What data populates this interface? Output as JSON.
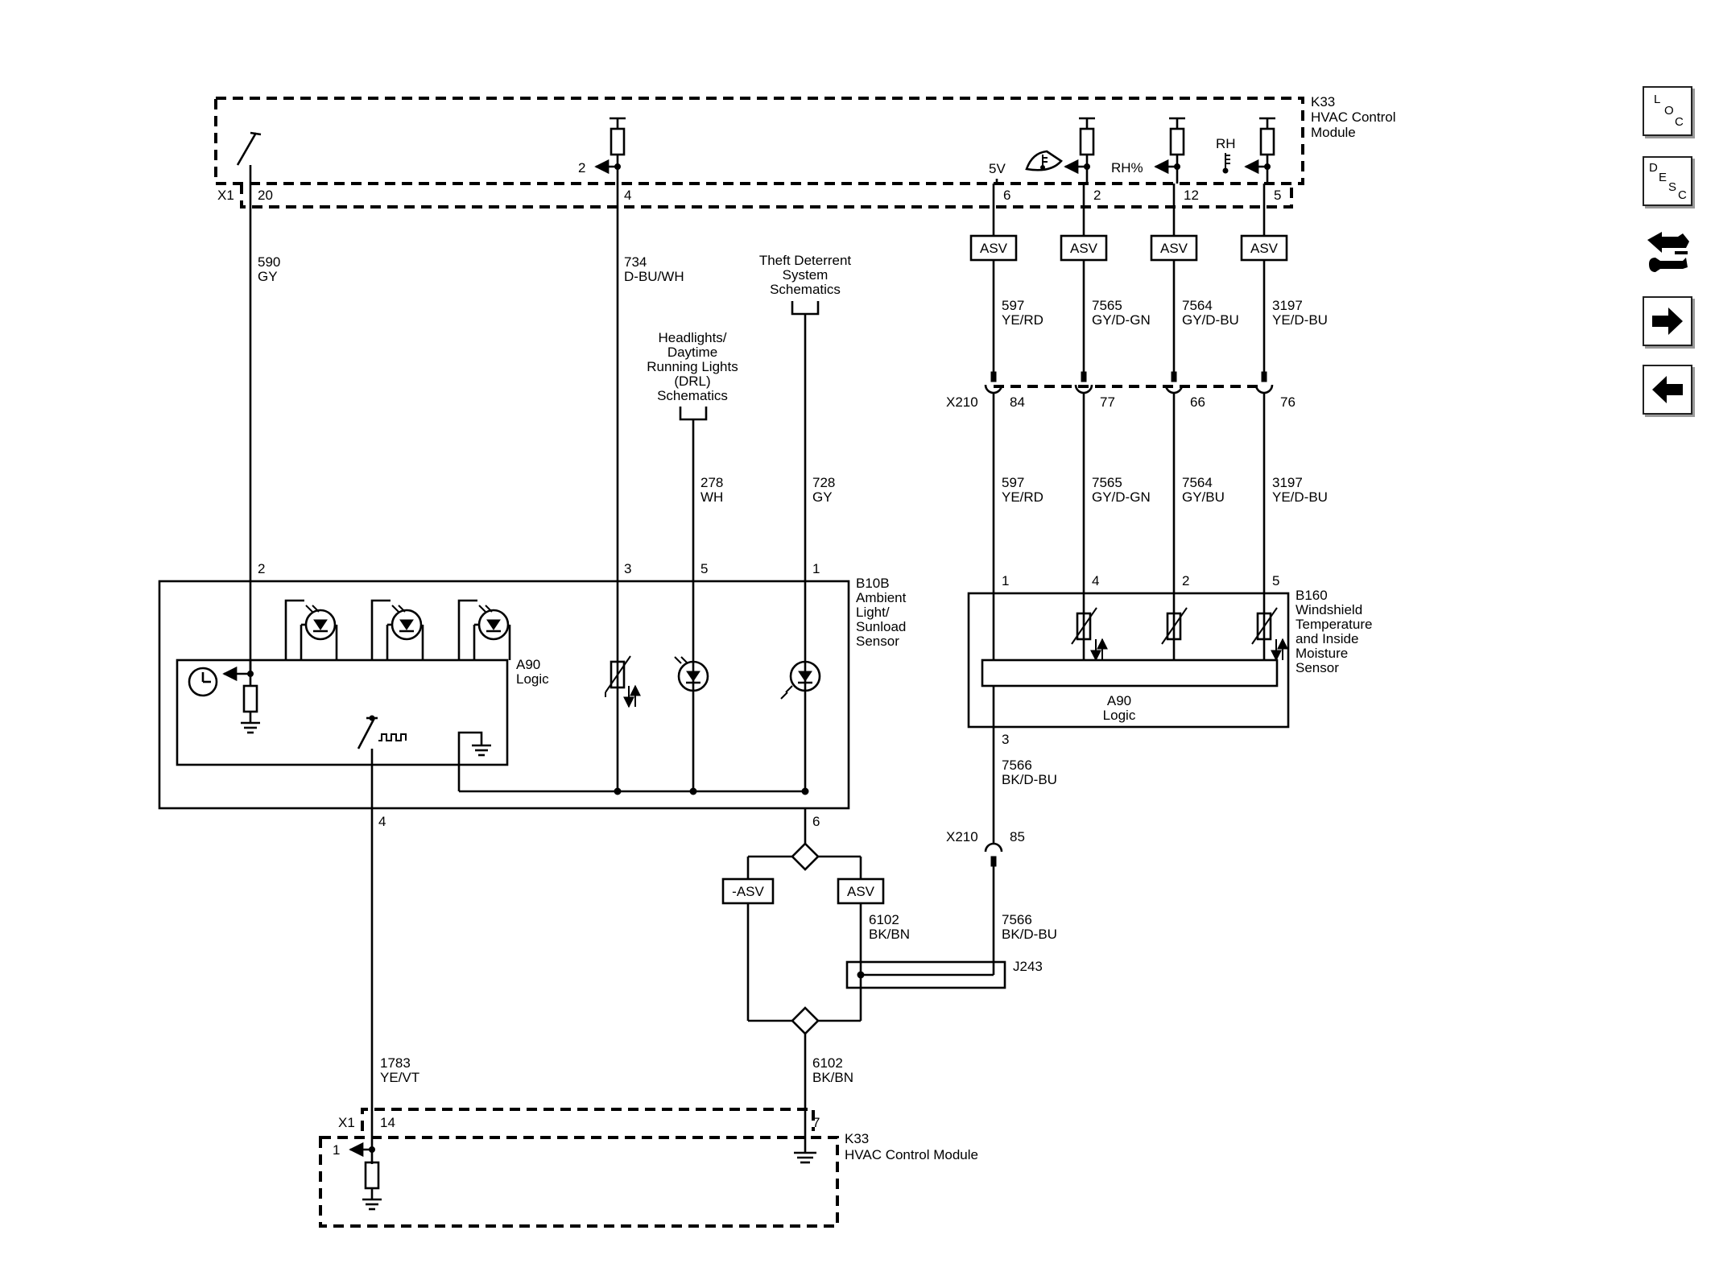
{
  "modules": {
    "k33_top": {
      "id": "K33",
      "name_l1": "HVAC Control",
      "name_l2": "Module"
    },
    "k33_bottom": {
      "id": "K33",
      "name": "HVAC Control Module"
    },
    "b10b": {
      "id": "B10B",
      "name_l1": "Ambient",
      "name_l2": "Light/",
      "name_l3": "Sunload",
      "name_l4": "Sensor"
    },
    "b160": {
      "id": "B160",
      "name_l1": "Windshield",
      "name_l2": "Temperature",
      "name_l3": "and Inside",
      "name_l4": "Moisture",
      "name_l5": "Sensor"
    },
    "a90_left": {
      "id": "A90",
      "name": "Logic"
    },
    "a90_right": {
      "id": "A90",
      "name": "Logic"
    }
  },
  "connectors": {
    "x1": "X1",
    "x210": "X210",
    "j243": "J243"
  },
  "top_pins": [
    "20",
    "4",
    "6",
    "2",
    "12",
    "5"
  ],
  "top_labels": {
    "p4_out": "2",
    "p6_5v": "5V",
    "p12_rh": "RH%",
    "p5_rh": "RH"
  },
  "x210_pins": [
    "84",
    "77",
    "66",
    "76"
  ],
  "x210_pin85": "85",
  "b10b_pins": [
    "2",
    "3",
    "5",
    "1"
  ],
  "b10b_pin6": "6",
  "b10b_pin4": "4",
  "b160_pins": [
    "1",
    "4",
    "2",
    "5"
  ],
  "b160_pin3": "3",
  "bottom_pins": {
    "x1_14": "14",
    "p7": "7",
    "out1": "1"
  },
  "asv": {
    "asv": "ASV",
    "neg": "-ASV"
  },
  "refs": {
    "theft_l1": "Theft Deterrent",
    "theft_l2": "System",
    "theft_l3": "Schematics",
    "drl_l1": "Headlights/",
    "drl_l2": "Daytime",
    "drl_l3": "Running Lights",
    "drl_l4": "(DRL)",
    "drl_l5": "Schematics"
  },
  "wires": {
    "w590": {
      "num": "590",
      "color": "GY"
    },
    "w734": {
      "num": "734",
      "color": "D-BU/WH"
    },
    "w278": {
      "num": "278",
      "color": "WH"
    },
    "w728": {
      "num": "728",
      "color": "GY"
    },
    "w597a": {
      "num": "597",
      "color": "YE/RD"
    },
    "w7565a": {
      "num": "7565",
      "color": "GY/D-GN"
    },
    "w7564a": {
      "num": "7564",
      "color": "GY/D-BU"
    },
    "w3197a": {
      "num": "3197",
      "color": "YE/D-BU"
    },
    "w597b": {
      "num": "597",
      "color": "YE/RD"
    },
    "w7565b": {
      "num": "7565",
      "color": "GY/D-GN"
    },
    "w7564b": {
      "num": "7564",
      "color": "GY/BU"
    },
    "w3197b": {
      "num": "3197",
      "color": "YE/D-BU"
    },
    "w7566a": {
      "num": "7566",
      "color": "BK/D-BU"
    },
    "w7566b": {
      "num": "7566",
      "color": "BK/D-BU"
    },
    "w6102a": {
      "num": "6102",
      "color": "BK/BN"
    },
    "w6102b": {
      "num": "6102",
      "color": "BK/BN"
    },
    "w1783": {
      "num": "1783",
      "color": "YE/VT"
    }
  },
  "nav": {
    "loc": [
      "L",
      "O",
      "C"
    ],
    "desc": [
      "D",
      "E",
      "S",
      "C"
    ],
    "icons": [
      "loc-icon",
      "desc-icon",
      "connector-tool-icon",
      "arrow-right-icon",
      "arrow-left-icon"
    ]
  }
}
